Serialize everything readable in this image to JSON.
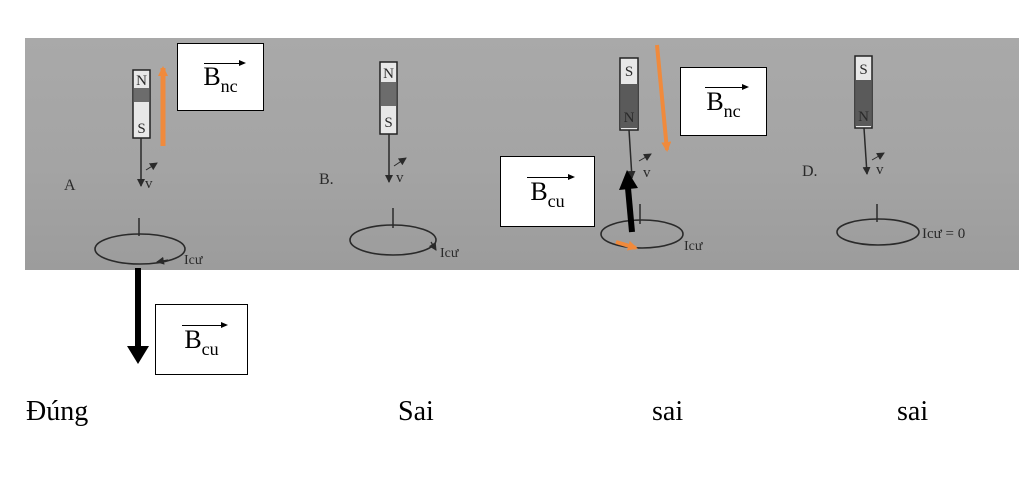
{
  "options": [
    {
      "letter": "A",
      "magnet_top": "N",
      "magnet_bottom": "S",
      "velocity": "v",
      "current": "Icư",
      "verdict": "Đúng"
    },
    {
      "letter": "B.",
      "magnet_top": "N",
      "magnet_bottom": "S",
      "velocity": "v",
      "current": "Icư",
      "verdict": "Sai"
    },
    {
      "letter": "",
      "magnet_top": "S",
      "magnet_bottom": "N",
      "velocity": "v",
      "current": "Icư",
      "verdict": "sai"
    },
    {
      "letter": "D.",
      "magnet_top": "S",
      "magnet_bottom": "N",
      "velocity": "v",
      "current": "Icư = 0",
      "verdict": "sai"
    }
  ],
  "field_labels": {
    "b_main": "B",
    "sub_induced": "nc",
    "sub_coil": "cu"
  },
  "colors": {
    "annotation_arrow": "#f08a3c",
    "coil_field_arrow": "#000000",
    "photo_background": "#a6a6a6"
  }
}
